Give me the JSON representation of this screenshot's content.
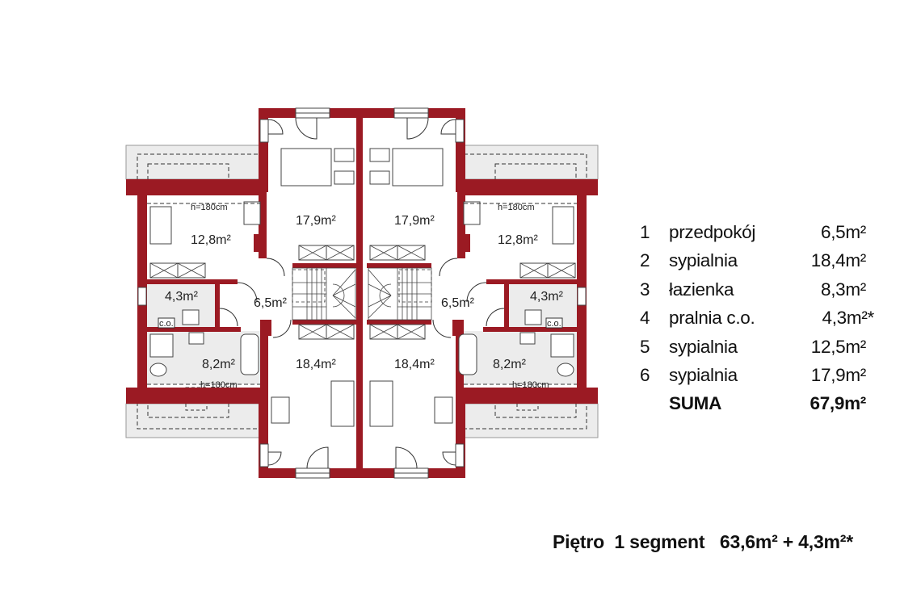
{
  "plan": {
    "wall_color": "#9b1a23",
    "shade_color": "#ececec",
    "left_segment": {
      "bedroom_top": "17,9m²",
      "bedroom_side": "12,8m²",
      "laundry": "4,3m²",
      "hall": "6,5m²",
      "bathroom": "8,2m²",
      "bedroom_bottom": "18,4m²",
      "height_note_top": "h=180cm",
      "height_note_bottom": "h=180cm",
      "boiler_label": "c.o."
    },
    "right_segment": {
      "bedroom_top": "17,9m²",
      "bedroom_side": "12,8m²",
      "laundry": "4,3m²",
      "hall": "6,5m²",
      "bathroom": "8,2m²",
      "bedroom_bottom": "18,4m²",
      "height_note_top": "h=180cm",
      "height_note_bottom": "h=180cm",
      "boiler_label": "c.o."
    }
  },
  "legend": {
    "rows": [
      {
        "num": "1",
        "name": "przedpokój",
        "area": "6,5m²"
      },
      {
        "num": "2",
        "name": "sypialnia",
        "area": "18,4m²"
      },
      {
        "num": "3",
        "name": "łazienka",
        "area": "8,3m²"
      },
      {
        "num": "4",
        "name": "pralnia c.o.",
        "area": "4,3m²*"
      },
      {
        "num": "5",
        "name": "sypialnia",
        "area": "12,5m²"
      },
      {
        "num": "6",
        "name": "sypialnia",
        "area": "17,9m²"
      }
    ],
    "total": {
      "name": "SUMA",
      "area": "67,9m²"
    }
  },
  "footer": {
    "text": "Piętro  1 segment   63,6m² + 4,3m²*"
  }
}
